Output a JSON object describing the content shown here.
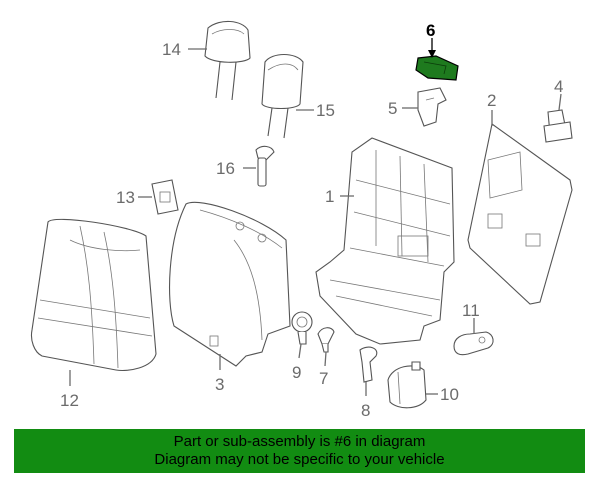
{
  "callouts": {
    "c1": "1",
    "c2": "2",
    "c3": "3",
    "c4": "4",
    "c5": "5",
    "c6": "6",
    "c7": "7",
    "c8": "8",
    "c9": "9",
    "c10": "10",
    "c11": "11",
    "c12": "12",
    "c13": "13",
    "c14": "14",
    "c15": "15",
    "c16": "16"
  },
  "highlight_color": "#1e7a1e",
  "banner": {
    "color": "#128c12",
    "line1": "Part or sub-assembly is #6 in diagram",
    "line2": "Diagram may not be specific to your vehicle"
  }
}
